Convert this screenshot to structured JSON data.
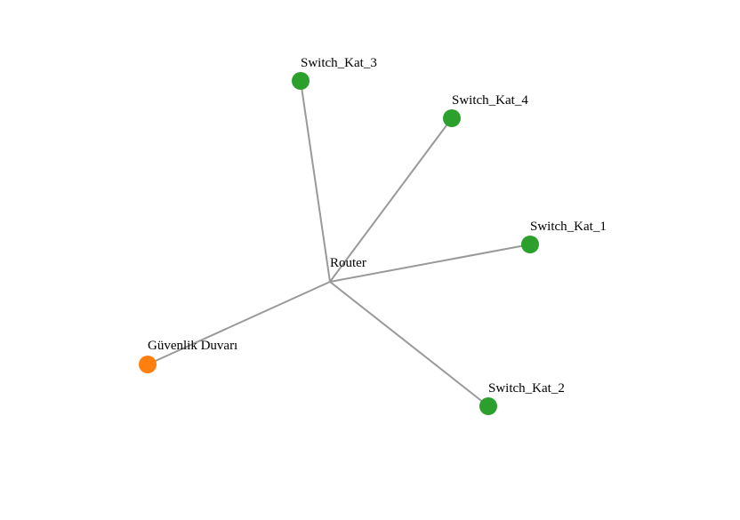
{
  "graph": {
    "nodes": [
      {
        "id": "router",
        "label": "Router",
        "group": "core",
        "color": ""
      },
      {
        "id": "sw3",
        "label": "Switch_Kat_3",
        "group": "switch",
        "color": "#2ca02c"
      },
      {
        "id": "sw4",
        "label": "Switch_Kat_4",
        "group": "switch",
        "color": "#2ca02c"
      },
      {
        "id": "sw1",
        "label": "Switch_Kat_1",
        "group": "switch",
        "color": "#2ca02c"
      },
      {
        "id": "sw2",
        "label": "Switch_Kat_2",
        "group": "switch",
        "color": "#2ca02c"
      },
      {
        "id": "fw",
        "label": "Güvenlik Duvarı",
        "group": "firewall",
        "color": "#ff7f0e"
      }
    ],
    "edges": [
      {
        "source": "router",
        "target": "sw3"
      },
      {
        "source": "router",
        "target": "sw4"
      },
      {
        "source": "router",
        "target": "sw1"
      },
      {
        "source": "router",
        "target": "sw2"
      },
      {
        "source": "router",
        "target": "fw"
      }
    ],
    "edge_color": "#999999"
  }
}
